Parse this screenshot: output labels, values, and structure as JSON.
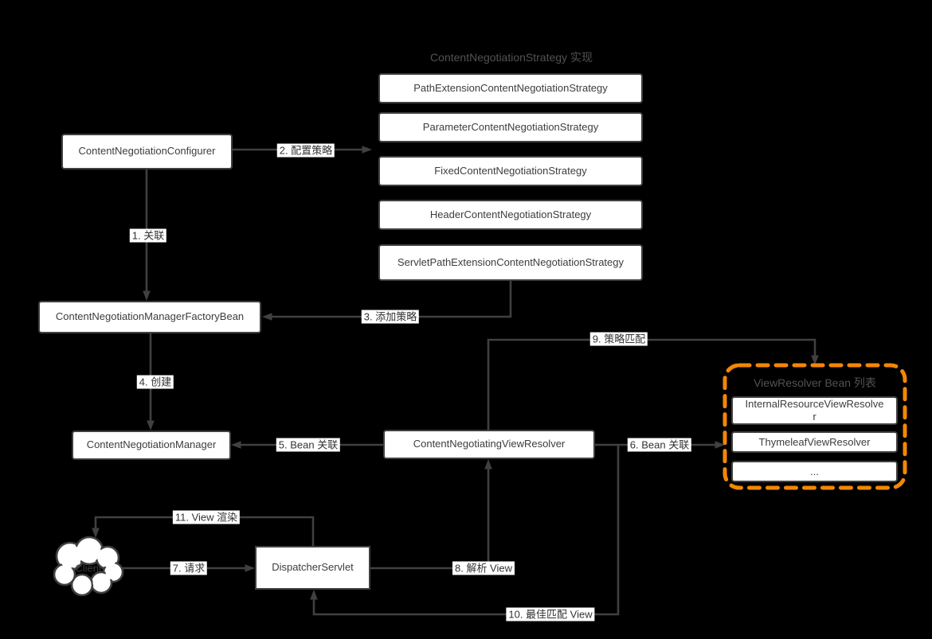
{
  "colors": {
    "background": "#000000",
    "line": "#404040",
    "node_fill": "#ffffff",
    "node_border": "#404040",
    "accent_orange": "#F28705",
    "label_bg": "#ffffff",
    "label_text": "#333333",
    "title_gray": "#525252"
  },
  "strategy_group": {
    "title": "ContentNegotiationStrategy 实现",
    "boxes": [
      "PathExtensionContentNegotiationStrategy",
      "ParameterContentNegotiationStrategy",
      "FixedContentNegotiationStrategy",
      "HeaderContentNegotiationStrategy",
      "ServletPathExtensionContentNegotiationStrategy"
    ]
  },
  "nodes": {
    "configurer": "ContentNegotiationConfigurer",
    "factory_bean": "ContentNegotiationManagerFactoryBean",
    "manager": "ContentNegotiationManager",
    "negotiating_view_resolver": "ContentNegotiatingViewResolver",
    "dispatcher_servlet": "DispatcherServlet",
    "client": "Client"
  },
  "view_resolver_group": {
    "title": "ViewResolver Bean 列表",
    "boxes": [
      "InternalResourceViewResolver",
      "ThymeleafViewResolver",
      "..."
    ]
  },
  "edges": {
    "e1": "1. 关联",
    "e2": "2. 配置策略",
    "e3": "3. 添加策略",
    "e4": "4. 创建",
    "e5": "5. Bean 关联",
    "e6": "6. Bean 关联",
    "e7": "7. 请求",
    "e8": "8. 解析 View",
    "e9": "9. 策略匹配",
    "e10": "10. 最佳匹配 View",
    "e11": "11. View 渲染"
  }
}
